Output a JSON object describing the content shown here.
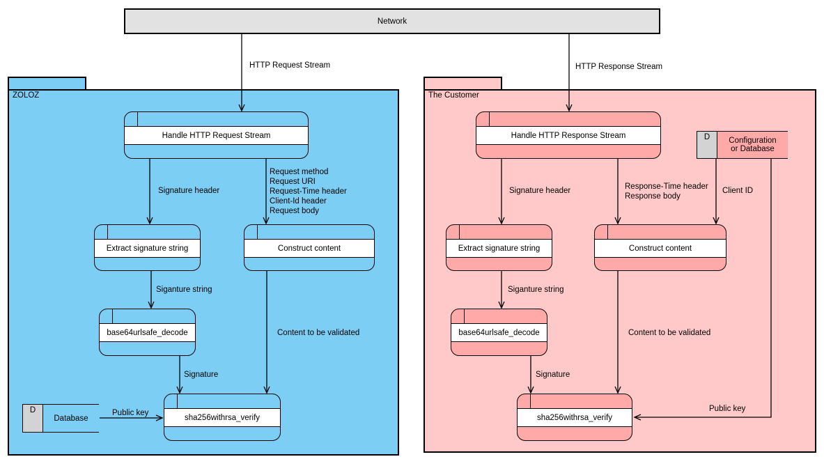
{
  "network": {
    "label": "Network"
  },
  "streams": {
    "request": "HTTP Request Stream",
    "response": "HTTP Response Stream"
  },
  "zoloz": {
    "title": "ZOLOZ",
    "nodes": [
      {
        "label": "Handle HTTP Request Stream"
      },
      {
        "label": "Extract signature string"
      },
      {
        "label": "Construct content"
      },
      {
        "label": "base64urlsafe_decode"
      },
      {
        "label": "sha256withrsa_verify"
      }
    ],
    "datastore": {
      "id": "D",
      "label": "Database"
    },
    "edges": {
      "signature_header": "Signature header",
      "request_parts": "Request method\nRequest URI\nRequest-Time header\nClient-Id header\nRequest body",
      "siganture_string": "Siganture string",
      "signature": "Signature",
      "content_to_be_validated": "Content to be validated",
      "public_key": "Public key"
    }
  },
  "customer": {
    "title": "The Customer",
    "nodes": [
      {
        "label": "Handle HTTP Response Stream"
      },
      {
        "label": "Extract signature string"
      },
      {
        "label": "Construct content"
      },
      {
        "label": "base64urlsafe_decode"
      },
      {
        "label": "sha256withrsa_verify"
      }
    ],
    "datastore": {
      "id": "D",
      "label": "Configuration\nor Database"
    },
    "edges": {
      "signature_header": "Signature header",
      "response_parts": "Response-Time header\nResponse body",
      "client_id": "Client ID",
      "siganture_string": "Siganture string",
      "signature": "Signature",
      "content_to_be_validated": "Content to be validated",
      "public_key": "Public key"
    }
  },
  "colors": {
    "blue": "#7DCEF4",
    "pink_package": "#FFC9C9",
    "pink_node": "#FFA9A9",
    "network_gray": "#E2E2E2",
    "datastore_id_gray": "#D3D3D3"
  }
}
